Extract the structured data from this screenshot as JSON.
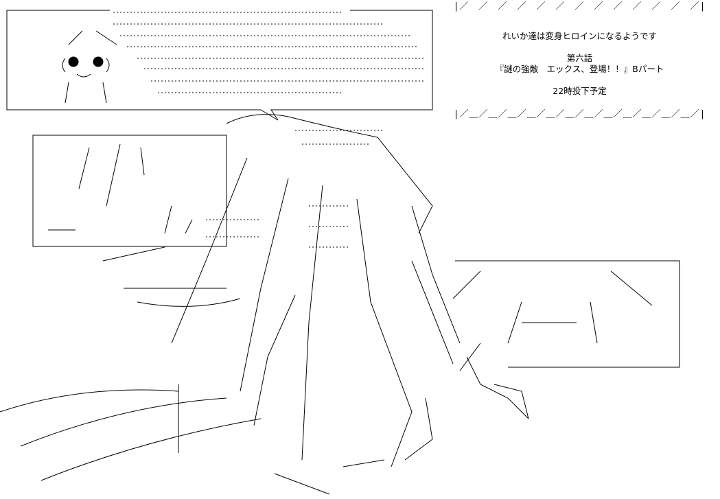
{
  "title_card": {
    "top_border": "|／￣／￣／￣／￣／￣／￣／￣／￣／￣／￣／￣／￣／|",
    "series_title": "れいか達は変身ヒロインになるようです",
    "episode": "第六話",
    "episode_title": "『謎の強敵　エックス、登場！！』Bパート",
    "schedule": "22時投下予定",
    "bottom_border": "|／＿／＿／＿／＿／＿／＿／＿／＿／＿／＿／＿／＿／|"
  }
}
